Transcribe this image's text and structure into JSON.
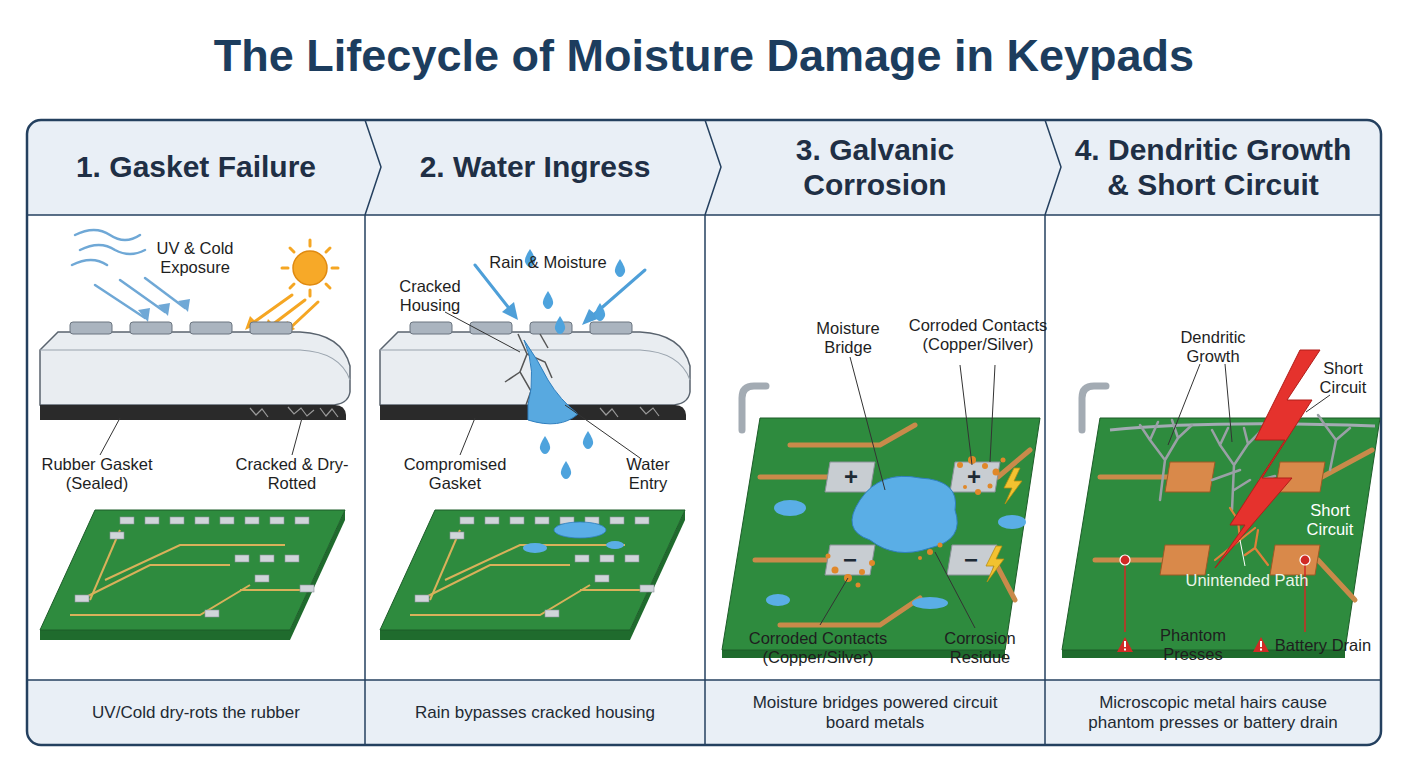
{
  "diagram": {
    "title": "The Lifecycle of Moisture Damage in Keypads",
    "nodes": [
      {
        "text": [
          "1. Gasket Failure",
          "UV/Cold dry-rots the rubber"
        ]
      },
      {
        "text": [
          "2. Water Ingress",
          "Rain bypasses cracked housing"
        ]
      },
      {
        "text": [
          "3. Galvanic Corrosion",
          "Moisture bridges powered circuit board metals"
        ]
      },
      {
        "text": [
          "4. Dendritic Growth & Short Circuit",
          "Microscopic metal hairs cause phantom presses or battery drain"
        ]
      }
    ],
    "labels": [
      "UV & Cold Exposure",
      "Rubber Gasket (Sealed)",
      "Cracked & Dry-Rotted",
      "Rain & Moisture",
      "Cracked Housing",
      "Compromised Gasket",
      "Water Entry",
      "Moisture Bridge",
      "Corroded Contacts (Copper/Silver)",
      "+",
      "+",
      "−",
      "−",
      "Corroded Contacts (Copper/Silver)",
      "Corrosion Residue",
      "Dendritic Growth",
      "Short Circuit",
      "Short Circuit",
      "Unintended Path",
      "Phantom Presses",
      "Battery Drain"
    ]
  }
}
